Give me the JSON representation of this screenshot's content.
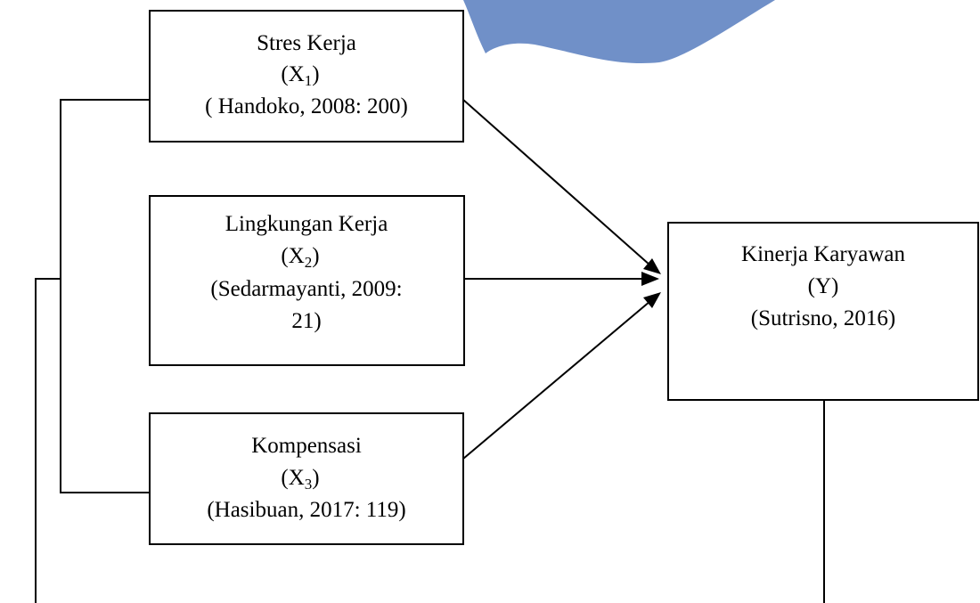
{
  "colors": {
    "watermark": "#7090c8",
    "stroke": "#000000",
    "background": "#ffffff"
  },
  "nodes": {
    "x1": {
      "title": "Stres Kerja",
      "var_open": "(X",
      "var_sub": "1",
      "var_close": ")",
      "ref": "( Handoko, 2008: 200)"
    },
    "x2": {
      "title": "Lingkungan Kerja",
      "var_open": "(X",
      "var_sub": "2",
      "var_close": ")",
      "ref_line1": "(Sedarmayanti, 2009:",
      "ref_line2": "21)"
    },
    "x3": {
      "title": "Kompensasi",
      "var_open": "(X",
      "var_sub": "3",
      "var_close": ")",
      "ref": "(Hasibuan, 2017: 119)"
    },
    "y": {
      "title": "Kinerja Karyawan",
      "var": "(Y)",
      "ref": "(Sutrisno, 2016)"
    }
  }
}
